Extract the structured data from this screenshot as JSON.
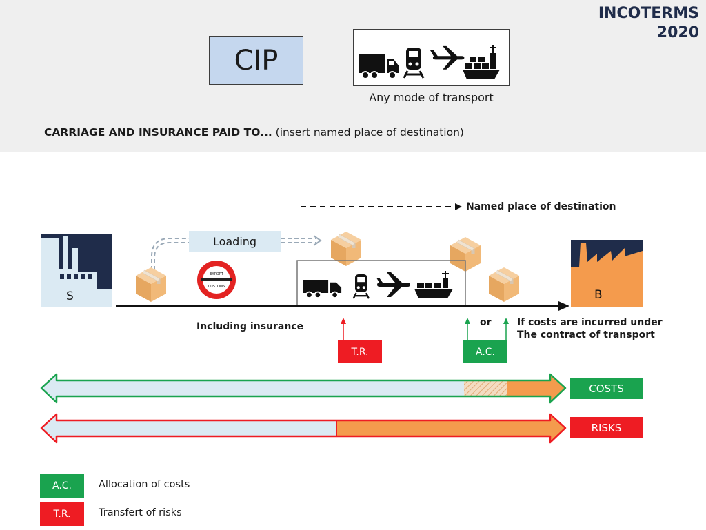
{
  "brand": {
    "line1": "INCOTERMS",
    "line2": "2020"
  },
  "term": {
    "code": "CIP",
    "transport_mode_caption": "Any mode of transport",
    "definition_bold": "CARRIAGE AND INSURANCE PAID TO...",
    "definition_rest": " (insert named place of destination)"
  },
  "flow": {
    "named_place_label": "Named place of destination",
    "loading_label": "Loading",
    "seller_label": "S",
    "buyer_label": "B",
    "customs_line1": "EXPORT",
    "customs_line2": "CUSTOMS",
    "insurance_label": "Including insurance",
    "or_label": "or",
    "costs_note_line1": "If costs are incurred under",
    "costs_note_line2": "The contract of transport",
    "tr_tag": "T.R.",
    "ac_tag": "A.C."
  },
  "bars": {
    "costs_label": "COSTS",
    "risks_label": "RISKS"
  },
  "legend": {
    "ac_tag": "A.C.",
    "ac_text": "Allocation of costs",
    "tr_tag": "T.R.",
    "tr_text": "Transfert of risks"
  },
  "icons": [
    "truck-icon",
    "train-icon",
    "airplane-icon",
    "cargo-ship-icon",
    "parcel-icon",
    "factory-icon",
    "customs-stop-icon"
  ],
  "colors": {
    "seller_navy": "#1f2c4a",
    "buyer_orange": "#f49b4d",
    "green": "#1aa34f",
    "red": "#ee1c23",
    "light_blue": "#dbeaf3",
    "term_box": "#c5d7ee"
  }
}
